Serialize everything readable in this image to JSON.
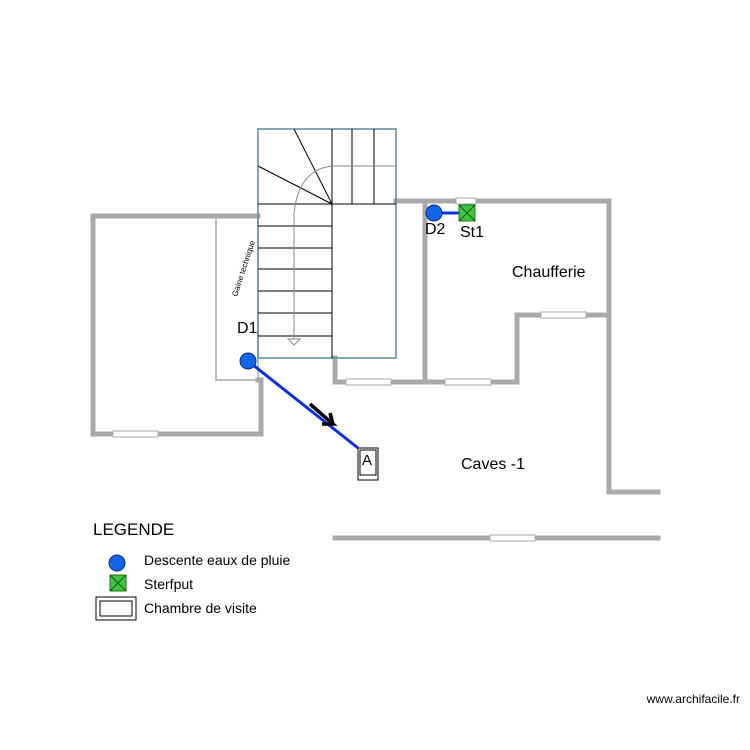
{
  "plan": {
    "rooms": {
      "chaufferie": "Chaufferie",
      "caves": "Caves -1"
    },
    "gaine_label": "Gaine technique",
    "points": {
      "d1": {
        "label": "D1",
        "type": "descente"
      },
      "d2": {
        "label": "D2",
        "type": "descente"
      },
      "st1": {
        "label": "St1",
        "type": "sterfput"
      },
      "a": {
        "label": "A",
        "type": "chambre"
      }
    }
  },
  "legend": {
    "title": "LEGENDE",
    "items": [
      {
        "label": "Descente eaux de pluie",
        "icon": "blue-circle-icon"
      },
      {
        "label": "Sterfput",
        "icon": "green-cross-square-icon"
      },
      {
        "label": "Chambre de visite",
        "icon": "rectangle-icon"
      }
    ]
  },
  "watermark": "www.archifacile.fr",
  "colors": {
    "wall": "#a9a9a9",
    "pipe": "#0b2fe0",
    "descente": "#1565e8",
    "sterfput": "#3ec43e",
    "stair": "#5a8aa0"
  }
}
